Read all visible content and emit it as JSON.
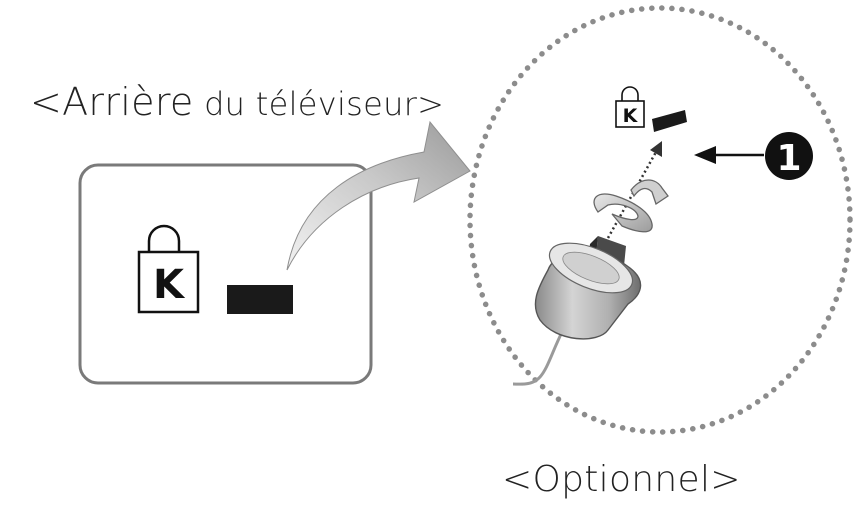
{
  "captions": {
    "rear_prefix": "<Arrière",
    "rear_suffix": " du téléviseur>",
    "optional": "<Optionnel>"
  },
  "lock_symbol": {
    "letter": "K"
  },
  "callout": {
    "number": "1"
  },
  "colors": {
    "frame_stroke": "#7a7a7a",
    "slot": "#1a1a1a",
    "dotted_circle": "#8c8c8c",
    "arrow_gradient_dark": "#9a9a9a",
    "arrow_gradient_light": "#f2f2f2"
  },
  "icons": [
    "kensington-lock-icon",
    "curved-arrow-icon",
    "callout-number-icon",
    "lock-cylinder-icon"
  ]
}
